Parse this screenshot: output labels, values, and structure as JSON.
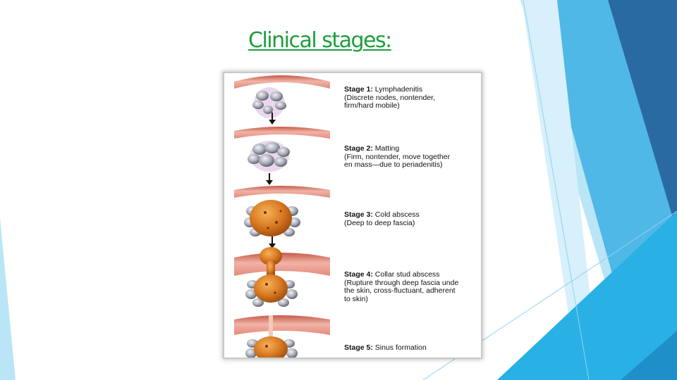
{
  "slide": {
    "title": "Clinical stages:",
    "accent_colors": [
      "#2a6aa3",
      "#3fa9dc",
      "#7fd0ef",
      "#b9e5f7",
      "#29b1e6"
    ],
    "title_color": "#1e9e3c"
  },
  "figure": {
    "stages": [
      {
        "heading": "Stage 1:",
        "name": "Lymphadenitis",
        "lines": [
          "(Discrete nodes, nontender,",
          "firm/hard mobile)"
        ]
      },
      {
        "heading": "Stage 2:",
        "name": "Matting",
        "lines": [
          "(Firm, nontender, move together",
          "en mass—due to periadenitis)"
        ]
      },
      {
        "heading": "Stage 3:",
        "name": "Cold abscess",
        "lines": [
          "(Deep to deep fascia)"
        ]
      },
      {
        "heading": "Stage 4:",
        "name": "Collar stud abscess",
        "lines": [
          "(Rupture through deep fascia unde",
          "the skin, cross-fluctuant, adherent",
          "to skin)"
        ]
      },
      {
        "heading": "Stage 5:",
        "name": "Sinus formation",
        "lines": []
      }
    ]
  }
}
